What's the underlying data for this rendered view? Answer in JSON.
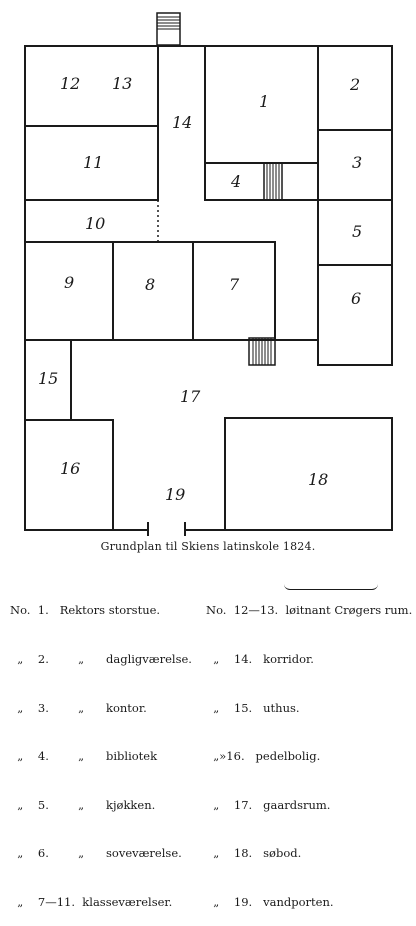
{
  "rooms": {
    "r1": "1",
    "r2": "2",
    "r3": "3",
    "r4": "4",
    "r5": "5",
    "r6": "6",
    "r7": "7",
    "r8": "8",
    "r9": "9",
    "r10": "10",
    "r11": "11",
    "r12": "12",
    "r13": "13",
    "r14": "14",
    "r15": "15",
    "r16": "16",
    "r17": "17",
    "r18": "18",
    "r19": "19"
  },
  "caption": "Grundplan til Skiens latinskole 1824.",
  "legend_left": [
    "No.  1.   Rektors storstue.",
    "  „    2.        „      dagligværelse.",
    "  „    3.        „      kontor.",
    "  „    4.        „      bibliotek",
    "  „    5.        „      kjøkken.",
    "  „    6.        „      soveværelse.",
    "  „    7—11.  klasseværelser."
  ],
  "legend_right": [
    "No.  12—13.  løitnant Crøgers rum.",
    "  „    14.   korridor.",
    "  „    15.   uthus.",
    "  „»16.   pedelbolig.",
    "  „    17.   gaardsrum.",
    "  „    18.   søbod.",
    "  „    19.   vandporten."
  ]
}
